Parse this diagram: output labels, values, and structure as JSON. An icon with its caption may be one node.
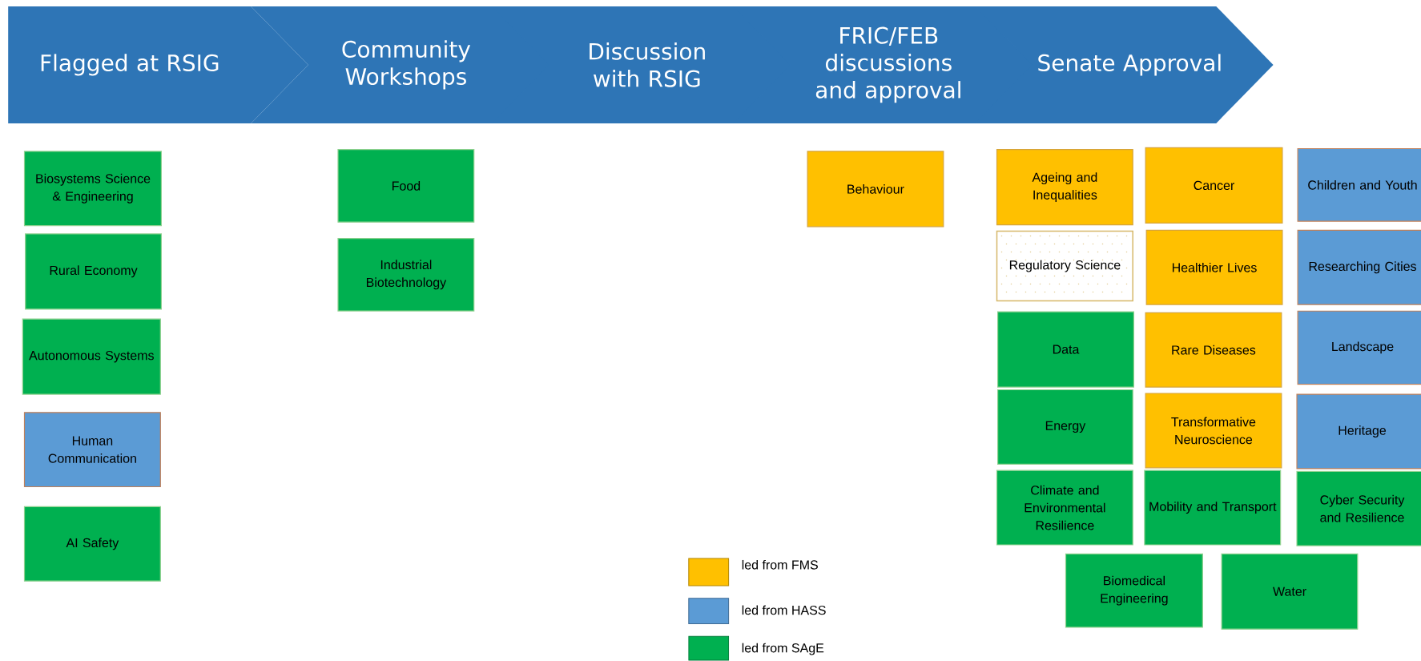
{
  "diagram": {
    "nodes": [
      {
        "text": [
          "Flagged at RSIG"
        ]
      },
      {
        "text": [
          "Community Workshops"
        ]
      },
      {
        "text": [
          "Discussion with RSIG"
        ]
      },
      {
        "text": [
          "FRIC/FEB discussions and approval"
        ]
      },
      {
        "text": [
          "Senate Approval"
        ]
      },
      {
        "text": [
          "Biosystems Science & Engineering"
        ]
      },
      {
        "text": [
          "Rural Economy"
        ]
      },
      {
        "text": [
          "Autonomous Systems"
        ]
      },
      {
        "text": [
          "Human Communication"
        ]
      },
      {
        "text": [
          "AI Safety"
        ]
      },
      {
        "text": [
          "Food"
        ]
      },
      {
        "text": [
          "Industrial Biotechnology"
        ]
      },
      {
        "text": [
          "Behaviour"
        ]
      },
      {
        "text": [
          "Ageing and Inequalities"
        ]
      },
      {
        "text": [
          "Regulatory Science"
        ]
      },
      {
        "text": [
          "Data"
        ]
      },
      {
        "text": [
          "Energy"
        ]
      },
      {
        "text": [
          "Climate and Environmental Resilience"
        ]
      },
      {
        "text": [
          "Cancer"
        ]
      },
      {
        "text": [
          "Healthier Lives"
        ]
      },
      {
        "text": [
          "Rare Diseases"
        ]
      },
      {
        "text": [
          "Transformative Neuroscience"
        ]
      },
      {
        "text": [
          "Mobility and Transport"
        ]
      },
      {
        "text": [
          "Children and Youth"
        ]
      },
      {
        "text": [
          "Researching Cities"
        ]
      },
      {
        "text": [
          "Landscape"
        ]
      },
      {
        "text": [
          "Heritage"
        ]
      },
      {
        "text": [
          "Cyber Security and Resilience"
        ]
      },
      {
        "text": [
          "Biomedical Engineering"
        ]
      },
      {
        "text": [
          "Water"
        ]
      }
    ],
    "legend": [
      {
        "text": "led from FMS",
        "color": "#ffc000"
      },
      {
        "text": "led from HASS",
        "color": "#5b9bd5"
      },
      {
        "text": "led from SAgE",
        "color": "#00b050"
      }
    ]
  }
}
